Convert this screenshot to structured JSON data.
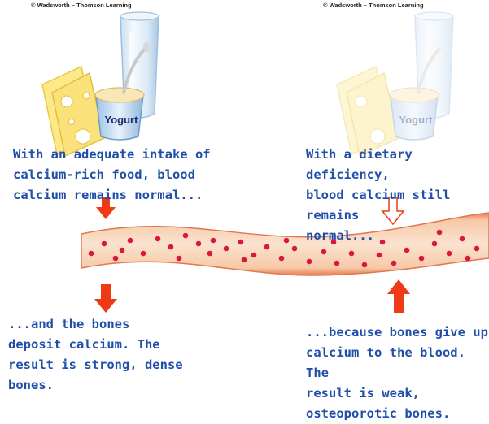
{
  "credits": {
    "left": "© Wadsworth – Thomson Learning",
    "right": "© Wadsworth – Thomson Learning"
  },
  "yogurt_label": "Yogurt",
  "captions": {
    "adequate_top": [
      "With an adequate intake of",
      "calcium-rich food, blood",
      "calcium remains normal..."
    ],
    "deficiency_top": [
      "With a dietary deficiency,",
      "blood calcium still remains",
      "normal..."
    ],
    "adequate_bottom": [
      "...and the bones",
      "deposit calcium. The",
      "result is strong, dense",
      "bones."
    ],
    "deficiency_bottom": [
      "...because bones give up",
      "calcium to the blood. The",
      "result is weak,",
      "osteoporotic bones."
    ]
  },
  "colors": {
    "caption_text": "#1f4fa8",
    "arrow": "#ee3a17",
    "vessel": "#f4c7a4",
    "vessel_edge": "#e07850",
    "blood_cell": "#d8183c"
  }
}
